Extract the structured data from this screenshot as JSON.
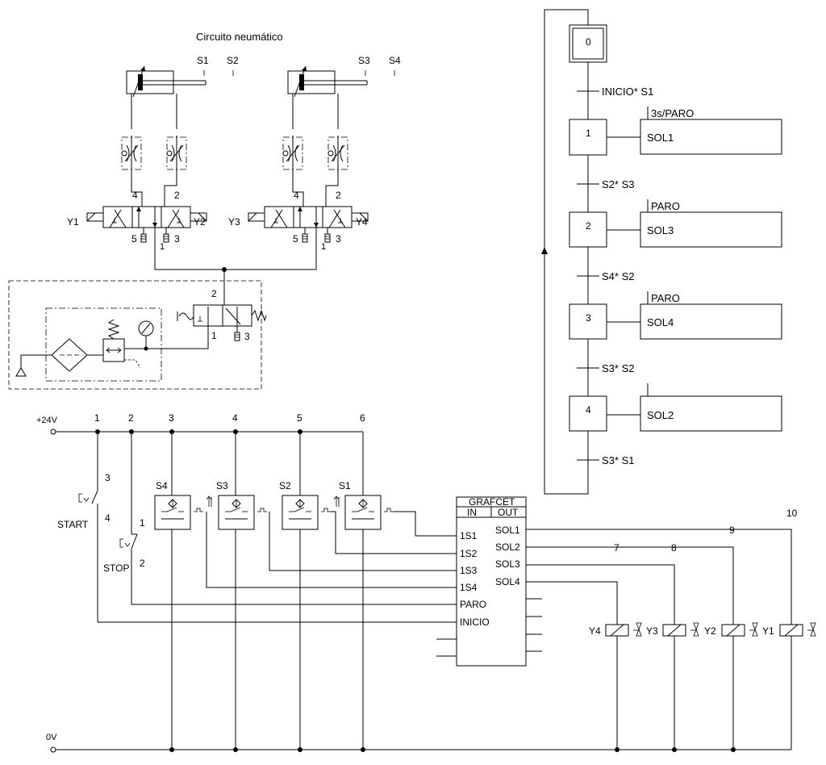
{
  "title": "Circuito   neumático",
  "sensor_labels": {
    "s1": "S1",
    "s2": "S2",
    "s3": "S3",
    "s4": "S4"
  },
  "valve_labels": {
    "y1": "Y1",
    "y2": "Y2",
    "y3": "Y3",
    "y4": "Y4"
  },
  "ports": {
    "p4": "4",
    "p2": "2",
    "p5": "5",
    "p3": "3",
    "p1": "1",
    "frl_out": "2",
    "frl_in": "1",
    "frl_exh": "3"
  },
  "grafcet": {
    "steps": [
      {
        "num": "0",
        "action": "",
        "qualifier": ""
      },
      {
        "num": "1",
        "action": "SOL1",
        "qualifier": "3s/PARO"
      },
      {
        "num": "2",
        "action": "SOL3",
        "qualifier": "PARO"
      },
      {
        "num": "3",
        "action": "SOL4",
        "qualifier": "PARO"
      },
      {
        "num": "4",
        "action": "SOL2",
        "qualifier": ""
      }
    ],
    "transitions": [
      "INICIO* S1",
      "S2* S3",
      "S4* S2",
      "S3* S2",
      "S3* S1"
    ]
  },
  "electric": {
    "supply_pos": "+24V",
    "supply_neg": "0V",
    "nodes": [
      "1",
      "2",
      "3",
      "4",
      "5",
      "6",
      "7",
      "8",
      "9",
      "10"
    ],
    "start": {
      "label": "START",
      "top": "3",
      "bottom": "4"
    },
    "stop": {
      "label": "STOP",
      "top": "1",
      "bottom": "2"
    },
    "sensors": [
      "S4",
      "S3",
      "S2",
      "S1"
    ],
    "plc": {
      "title": "GRAFCET",
      "in_header": "IN",
      "out_header": "OUT",
      "inputs": [
        "1S1",
        "1S2",
        "1S3",
        "1S4",
        "PARO",
        "INICIO"
      ],
      "outputs": [
        "SOL1",
        "SOL2",
        "SOL3",
        "SOL4"
      ]
    },
    "coils": [
      "Y4",
      "Y3",
      "Y2",
      "Y1"
    ]
  }
}
